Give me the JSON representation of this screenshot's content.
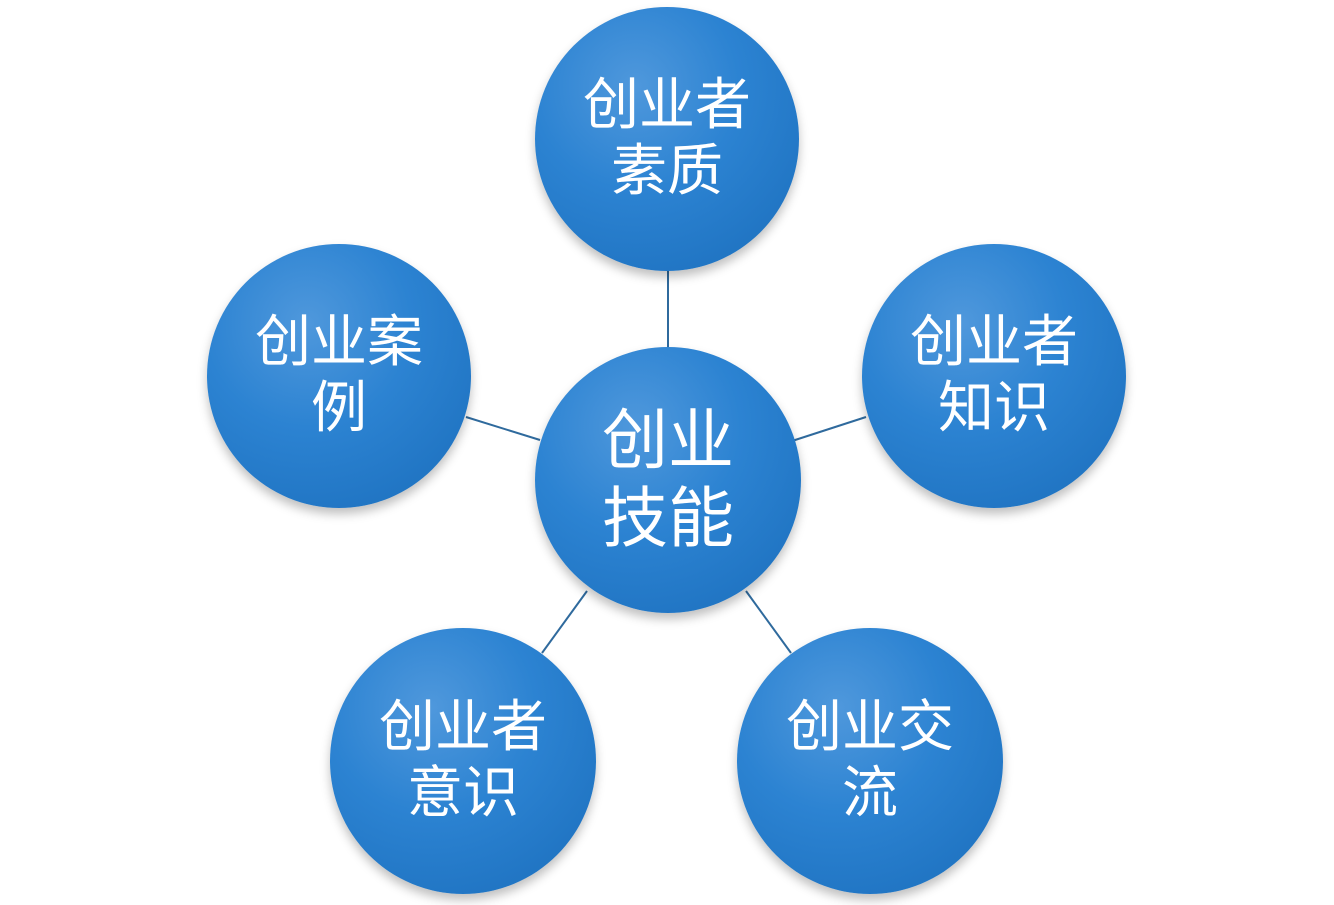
{
  "diagram": {
    "center": {
      "lines": [
        "创业",
        "技能"
      ]
    },
    "top": {
      "lines": [
        "创业者",
        "素质"
      ]
    },
    "left": {
      "lines": [
        "创业案",
        "例"
      ]
    },
    "right": {
      "lines": [
        "创业者",
        "知识"
      ]
    },
    "bottom_left": {
      "lines": [
        "创业者",
        "意识"
      ]
    },
    "bottom_right": {
      "lines": [
        "创业交",
        "流"
      ]
    }
  },
  "colors": {
    "node_fill": "#2c83d2",
    "node_text": "#ffffff",
    "connector": "#2f6a9d"
  }
}
